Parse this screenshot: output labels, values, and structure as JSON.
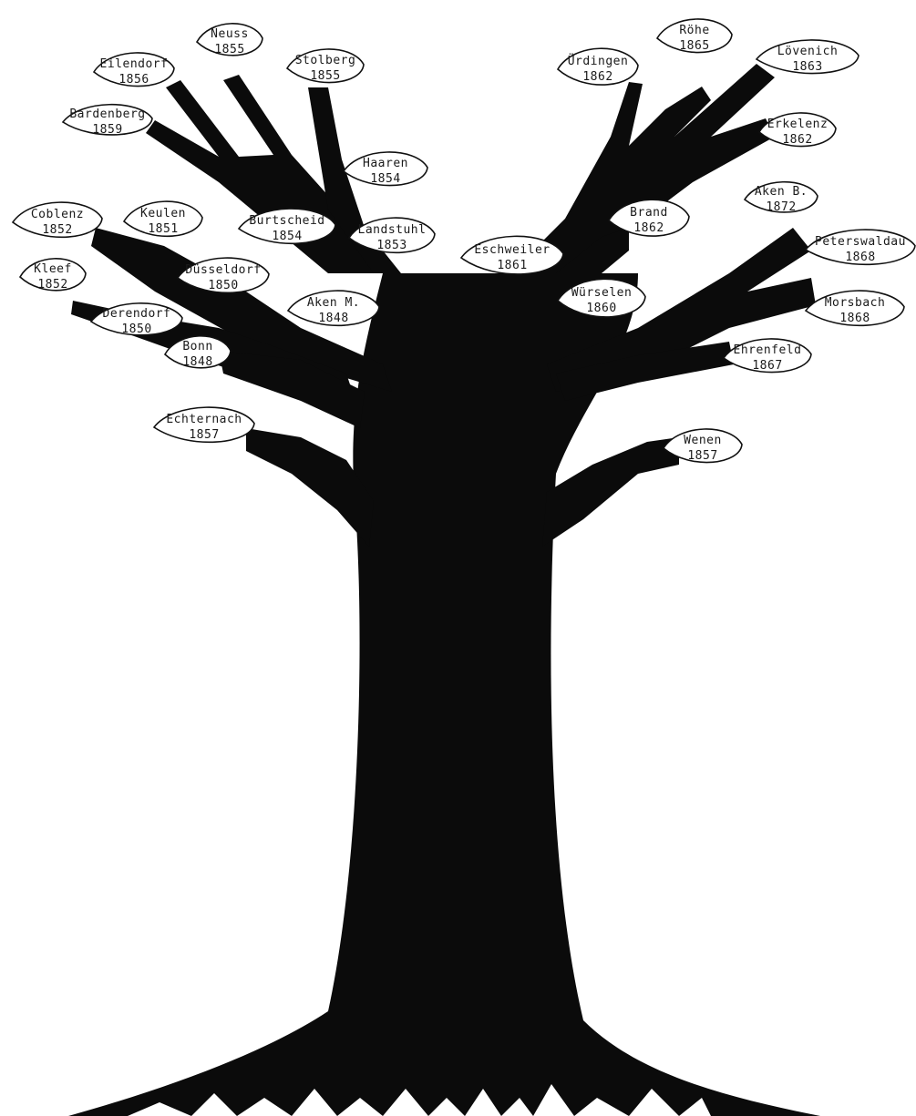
{
  "colors": {
    "trunk": "#0b0b0b",
    "leaf_fill": "#ffffff",
    "leaf_stroke": "#111111",
    "text": "#1a1a1a"
  },
  "leaves": [
    {
      "id": "neuss",
      "name": "Neuss",
      "year": "1855"
    },
    {
      "id": "stolberg",
      "name": "Stolberg",
      "year": "1855"
    },
    {
      "id": "eilendorf",
      "name": "Eilendorf",
      "year": "1856"
    },
    {
      "id": "bardenberg",
      "name": "Bardenberg",
      "year": "1859"
    },
    {
      "id": "haaren",
      "name": "Haaren",
      "year": "1854"
    },
    {
      "id": "coblenz",
      "name": "Coblenz",
      "year": "1852"
    },
    {
      "id": "keulen",
      "name": "Keulen",
      "year": "1851"
    },
    {
      "id": "burtscheid",
      "name": "Burtscheid",
      "year": "1854"
    },
    {
      "id": "landstuhl",
      "name": "Landstuhl",
      "year": "1853"
    },
    {
      "id": "eschweiler",
      "name": "Eschweiler",
      "year": "1861"
    },
    {
      "id": "kleef",
      "name": "Kleef",
      "year": "1852"
    },
    {
      "id": "dusseldorf",
      "name": "Düsseldorf",
      "year": "1850"
    },
    {
      "id": "derendorf",
      "name": "Derendorf",
      "year": "1850"
    },
    {
      "id": "aken-m",
      "name": "Aken M.",
      "year": "1848"
    },
    {
      "id": "bonn",
      "name": "Bonn",
      "year": "1848"
    },
    {
      "id": "echternach",
      "name": "Echternach",
      "year": "1857"
    },
    {
      "id": "rohe",
      "name": "Röhe",
      "year": "1865"
    },
    {
      "id": "uerdingen",
      "name": "Ürdingen",
      "year": "1862"
    },
    {
      "id": "lovenich",
      "name": "Lövenich",
      "year": "1863"
    },
    {
      "id": "erkelenz",
      "name": "Erkelenz",
      "year": "1862"
    },
    {
      "id": "aken-b",
      "name": "Aken B.",
      "year": "1872"
    },
    {
      "id": "brand",
      "name": "Brand",
      "year": "1862"
    },
    {
      "id": "peterswaldau",
      "name": "Peterswaldau",
      "year": "1868"
    },
    {
      "id": "wurselen",
      "name": "Würselen",
      "year": "1860"
    },
    {
      "id": "morsbach",
      "name": "Morsbach",
      "year": "1868"
    },
    {
      "id": "ehrenfeld",
      "name": "Ehrenfeld",
      "year": "1867"
    },
    {
      "id": "wenen",
      "name": "Wenen",
      "year": "1857"
    }
  ]
}
